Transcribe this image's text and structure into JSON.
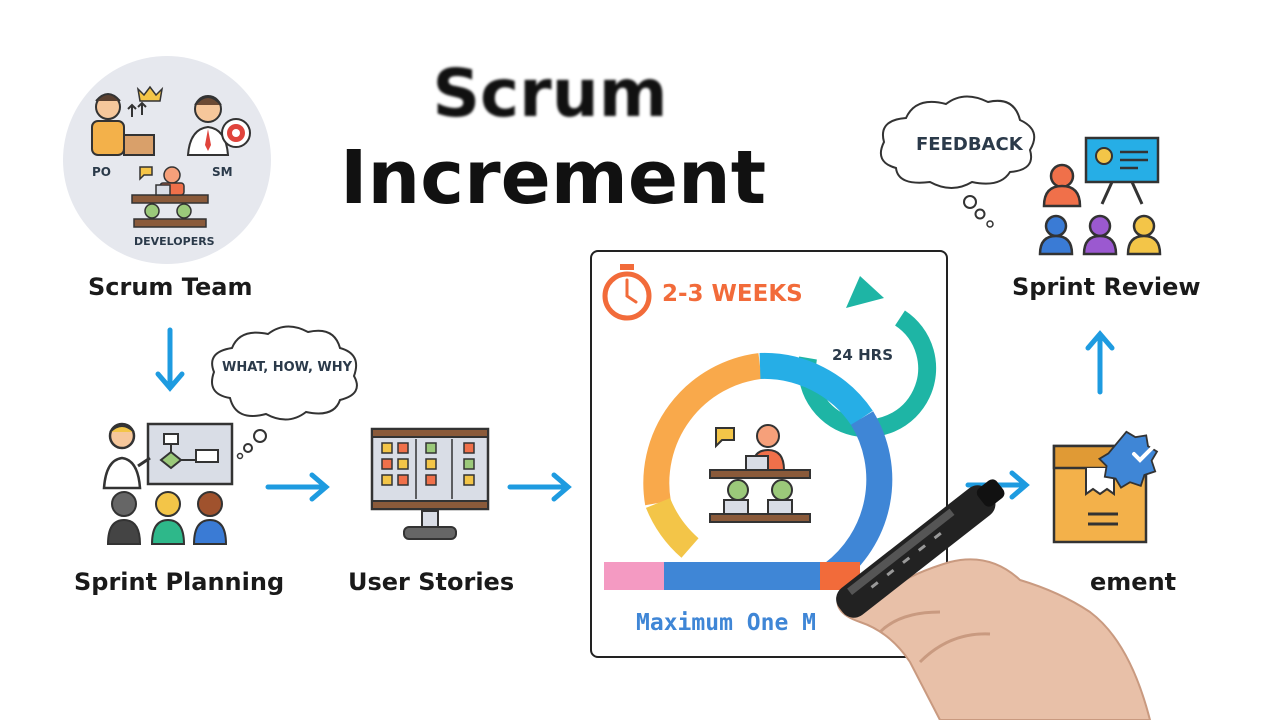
{
  "title": {
    "line1": "Scrum",
    "line2": "Increment"
  },
  "scrum_team": {
    "label": "Scrum Team",
    "po": "PO",
    "sm": "SM",
    "developers": "DEVELOPERS"
  },
  "sprint_planning": {
    "label": "Sprint Planning",
    "thought": "WHAT, HOW, WHY"
  },
  "user_stories": {
    "label": "User Stories"
  },
  "sprint": {
    "duration": "2-3 WEEKS",
    "daily": "24 HRS",
    "footer": "Maximum One M"
  },
  "sprint_review": {
    "label": "Sprint Review",
    "thought": "FEEDBACK"
  },
  "increment": {
    "label": "ement"
  },
  "colors": {
    "arrow": "#1e9be0",
    "orange": "#f26b3a",
    "teal": "#1eb5a5",
    "footer_text": "#3f86d6"
  }
}
